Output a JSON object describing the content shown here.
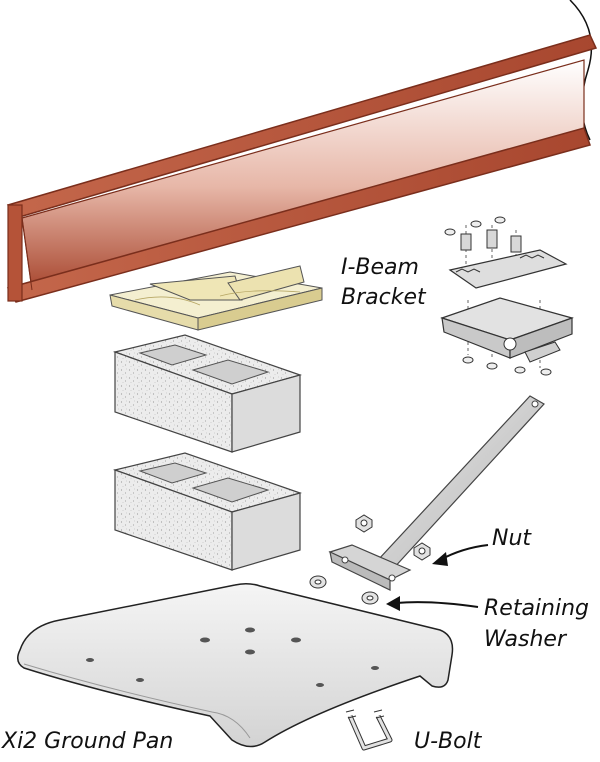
{
  "labels": {
    "ibeam_bracket_line1": "I-Beam",
    "ibeam_bracket_line2": "Bracket",
    "nut": "Nut",
    "retaining_washer_line1": "Retaining",
    "retaining_washer_line2": "Washer",
    "ground_pan": "Xi2 Ground Pan",
    "ubolt": "U-Bolt"
  },
  "colors": {
    "beam": "#a8472f",
    "beam_dark": "#7a2e1c",
    "wood": "#f2ecc8",
    "block": "#e9e9e9",
    "pan": "#e6e6e6",
    "metal": "#cfcfcf",
    "ink": "#111111"
  }
}
